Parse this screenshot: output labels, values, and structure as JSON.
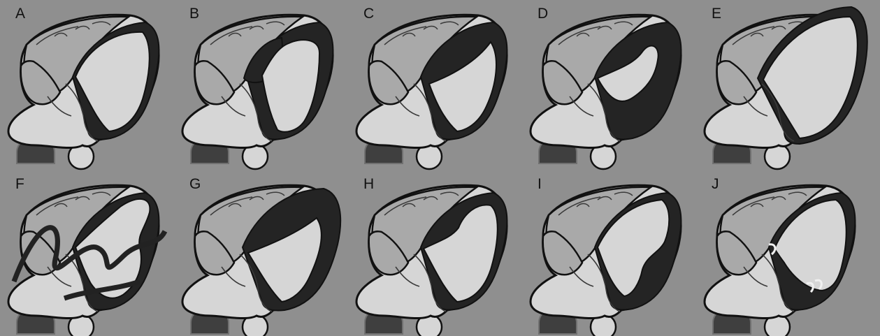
{
  "figure": {
    "panels": [
      {
        "letter": "A",
        "variant": "A"
      },
      {
        "letter": "B",
        "variant": "B"
      },
      {
        "letter": "C",
        "variant": "C"
      },
      {
        "letter": "D",
        "variant": "D"
      },
      {
        "letter": "E",
        "variant": "E"
      },
      {
        "letter": "F",
        "variant": "F"
      },
      {
        "letter": "G",
        "variant": "G"
      },
      {
        "letter": "H",
        "variant": "H"
      },
      {
        "letter": "I",
        "variant": "I"
      },
      {
        "letter": "J",
        "variant": "J"
      }
    ]
  },
  "colors": {
    "background": "#8f8f8f",
    "myocardium": "#242424",
    "chamber": "#d6d6d6",
    "atrium": "#a9a9a9",
    "outline": "#111111",
    "spine": "#3f3f3f"
  }
}
